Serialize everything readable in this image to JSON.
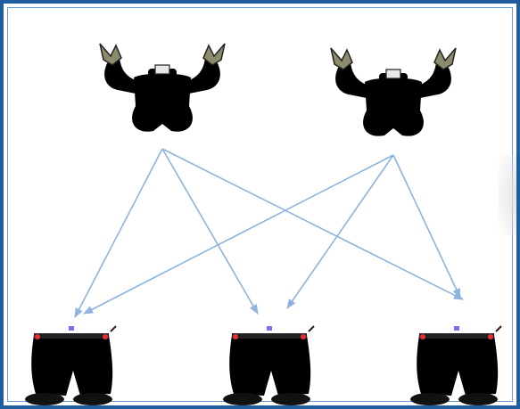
{
  "diagram": {
    "tops": [
      {
        "id": "top-red",
        "color": "#e8151b",
        "trim": "#ffa531",
        "buttons": "#ff9a2a"
      },
      {
        "id": "top-blue",
        "color": "#1414e6",
        "trim": "#ffa531",
        "buttons": "#ff9a2a"
      }
    ],
    "bottoms": [
      {
        "id": "pants-green",
        "color": "#14f01a"
      },
      {
        "id": "pants-yellow",
        "color": "#f7f304"
      },
      {
        "id": "pants-purple",
        "color": "#7a0f86"
      }
    ],
    "arrow_color": "#8eb3dc",
    "connections": [
      [
        0,
        0
      ],
      [
        0,
        1
      ],
      [
        0,
        2
      ],
      [
        1,
        0
      ],
      [
        1,
        1
      ],
      [
        1,
        2
      ]
    ]
  }
}
